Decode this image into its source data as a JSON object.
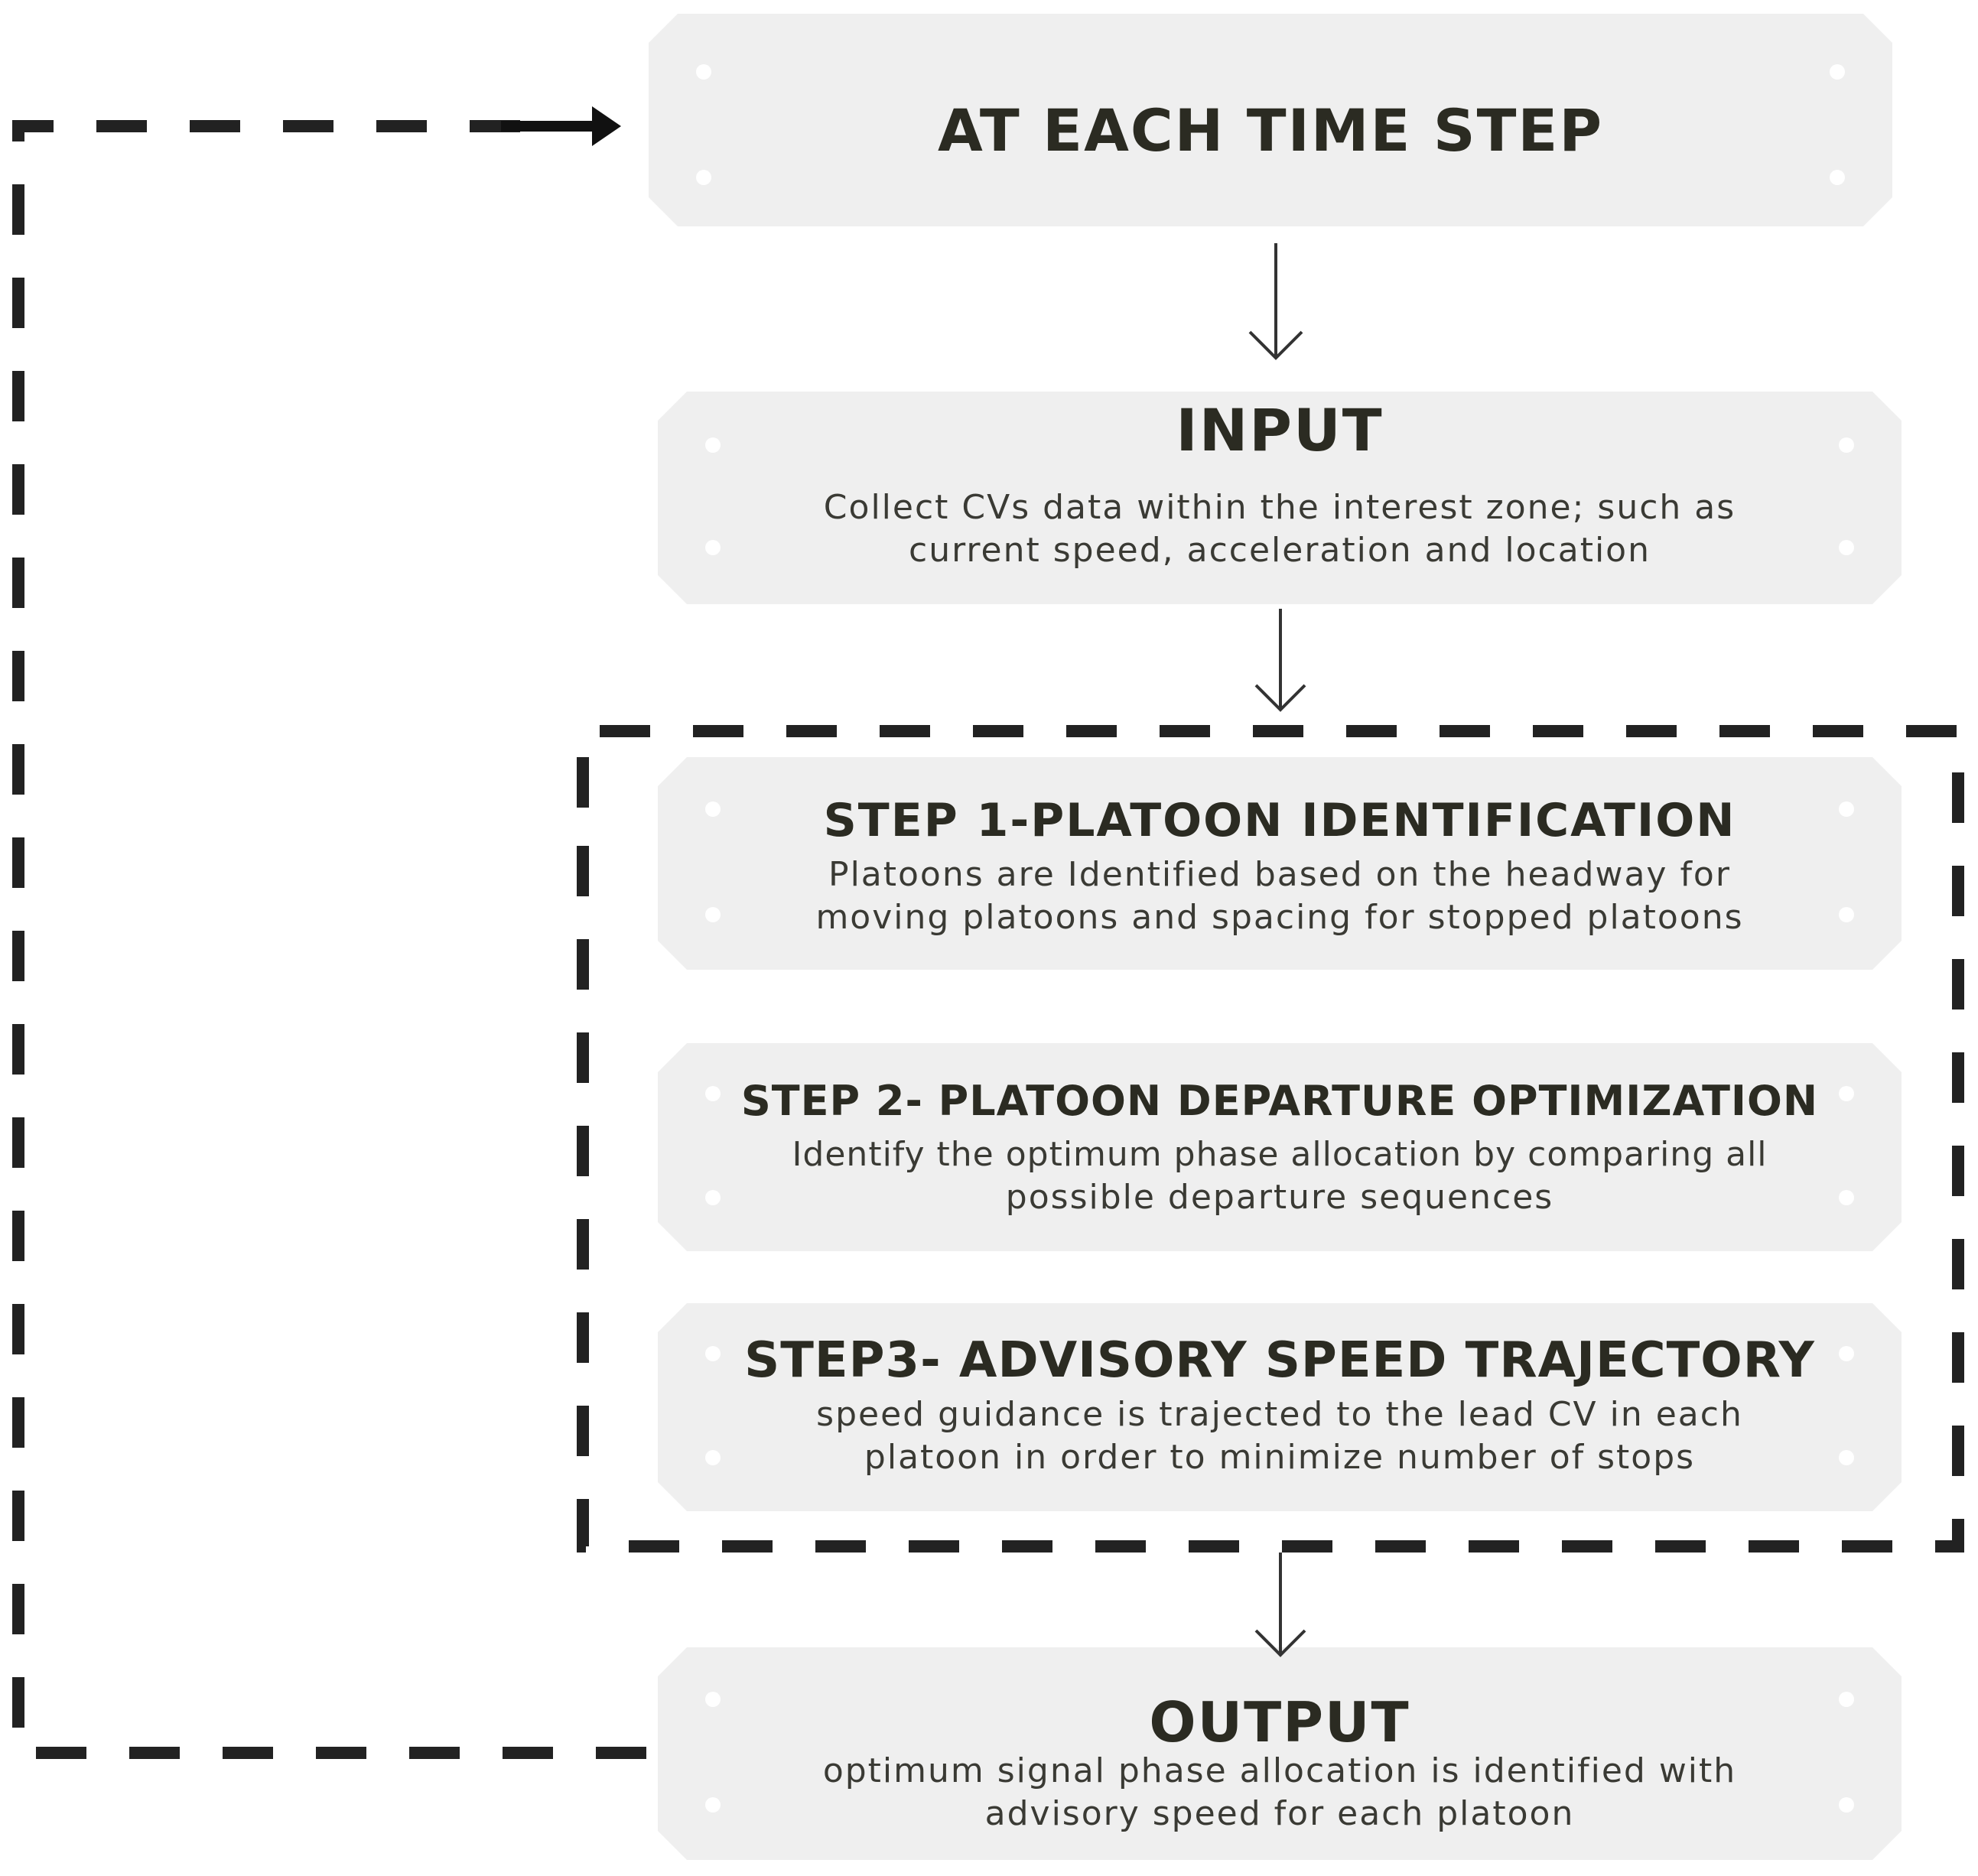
{
  "diagram": {
    "nodes": [
      {
        "id": "time-step",
        "title": "AT EACH TIME STEP",
        "lines": []
      },
      {
        "id": "input",
        "title": "INPUT",
        "lines": [
          "Collect CVs data within the interest zone; such as",
          "current speed, acceleration and location"
        ]
      },
      {
        "id": "step1",
        "title": "STEP 1-PLATOON IDENTIFICATION",
        "lines": [
          "Platoons are Identified based on the headway for",
          "moving platoons and spacing for stopped platoons"
        ]
      },
      {
        "id": "step2",
        "title": "STEP 2- PLATOON DEPARTURE OPTIMIZATION",
        "lines": [
          "Identify the optimum phase allocation by comparing all",
          "possible departure sequences"
        ]
      },
      {
        "id": "step3",
        "title": "STEP3- ADVISORY SPEED TRAJECTORY",
        "lines": [
          "speed guidance is trajected to the lead CV in each",
          "platoon in order to minimize number of stops"
        ]
      },
      {
        "id": "output",
        "title": "OUTPUT",
        "lines": [
          "optimum signal phase allocation is identified with",
          "advisory speed for each platoon"
        ]
      }
    ],
    "edges": [
      {
        "from": "time-step",
        "to": "input",
        "style": "solid-arrow"
      },
      {
        "from": "input",
        "to": "step1",
        "style": "solid-arrow"
      },
      {
        "from": "step3",
        "to": "output",
        "style": "solid-arrow"
      },
      {
        "from": "output",
        "to": "time-step",
        "style": "dashed-loop-arrow"
      }
    ],
    "groups": [
      {
        "id": "optimization-steps",
        "members": [
          "step1",
          "step2",
          "step3"
        ],
        "style": "dashed-border"
      }
    ]
  },
  "colors": {
    "card_fill": "#efefef",
    "rivet": "#ffffff",
    "title_text": "#2b2b22",
    "body_text": "#3a3a34",
    "dashed_line": "#222222",
    "arrow": "#333333"
  }
}
